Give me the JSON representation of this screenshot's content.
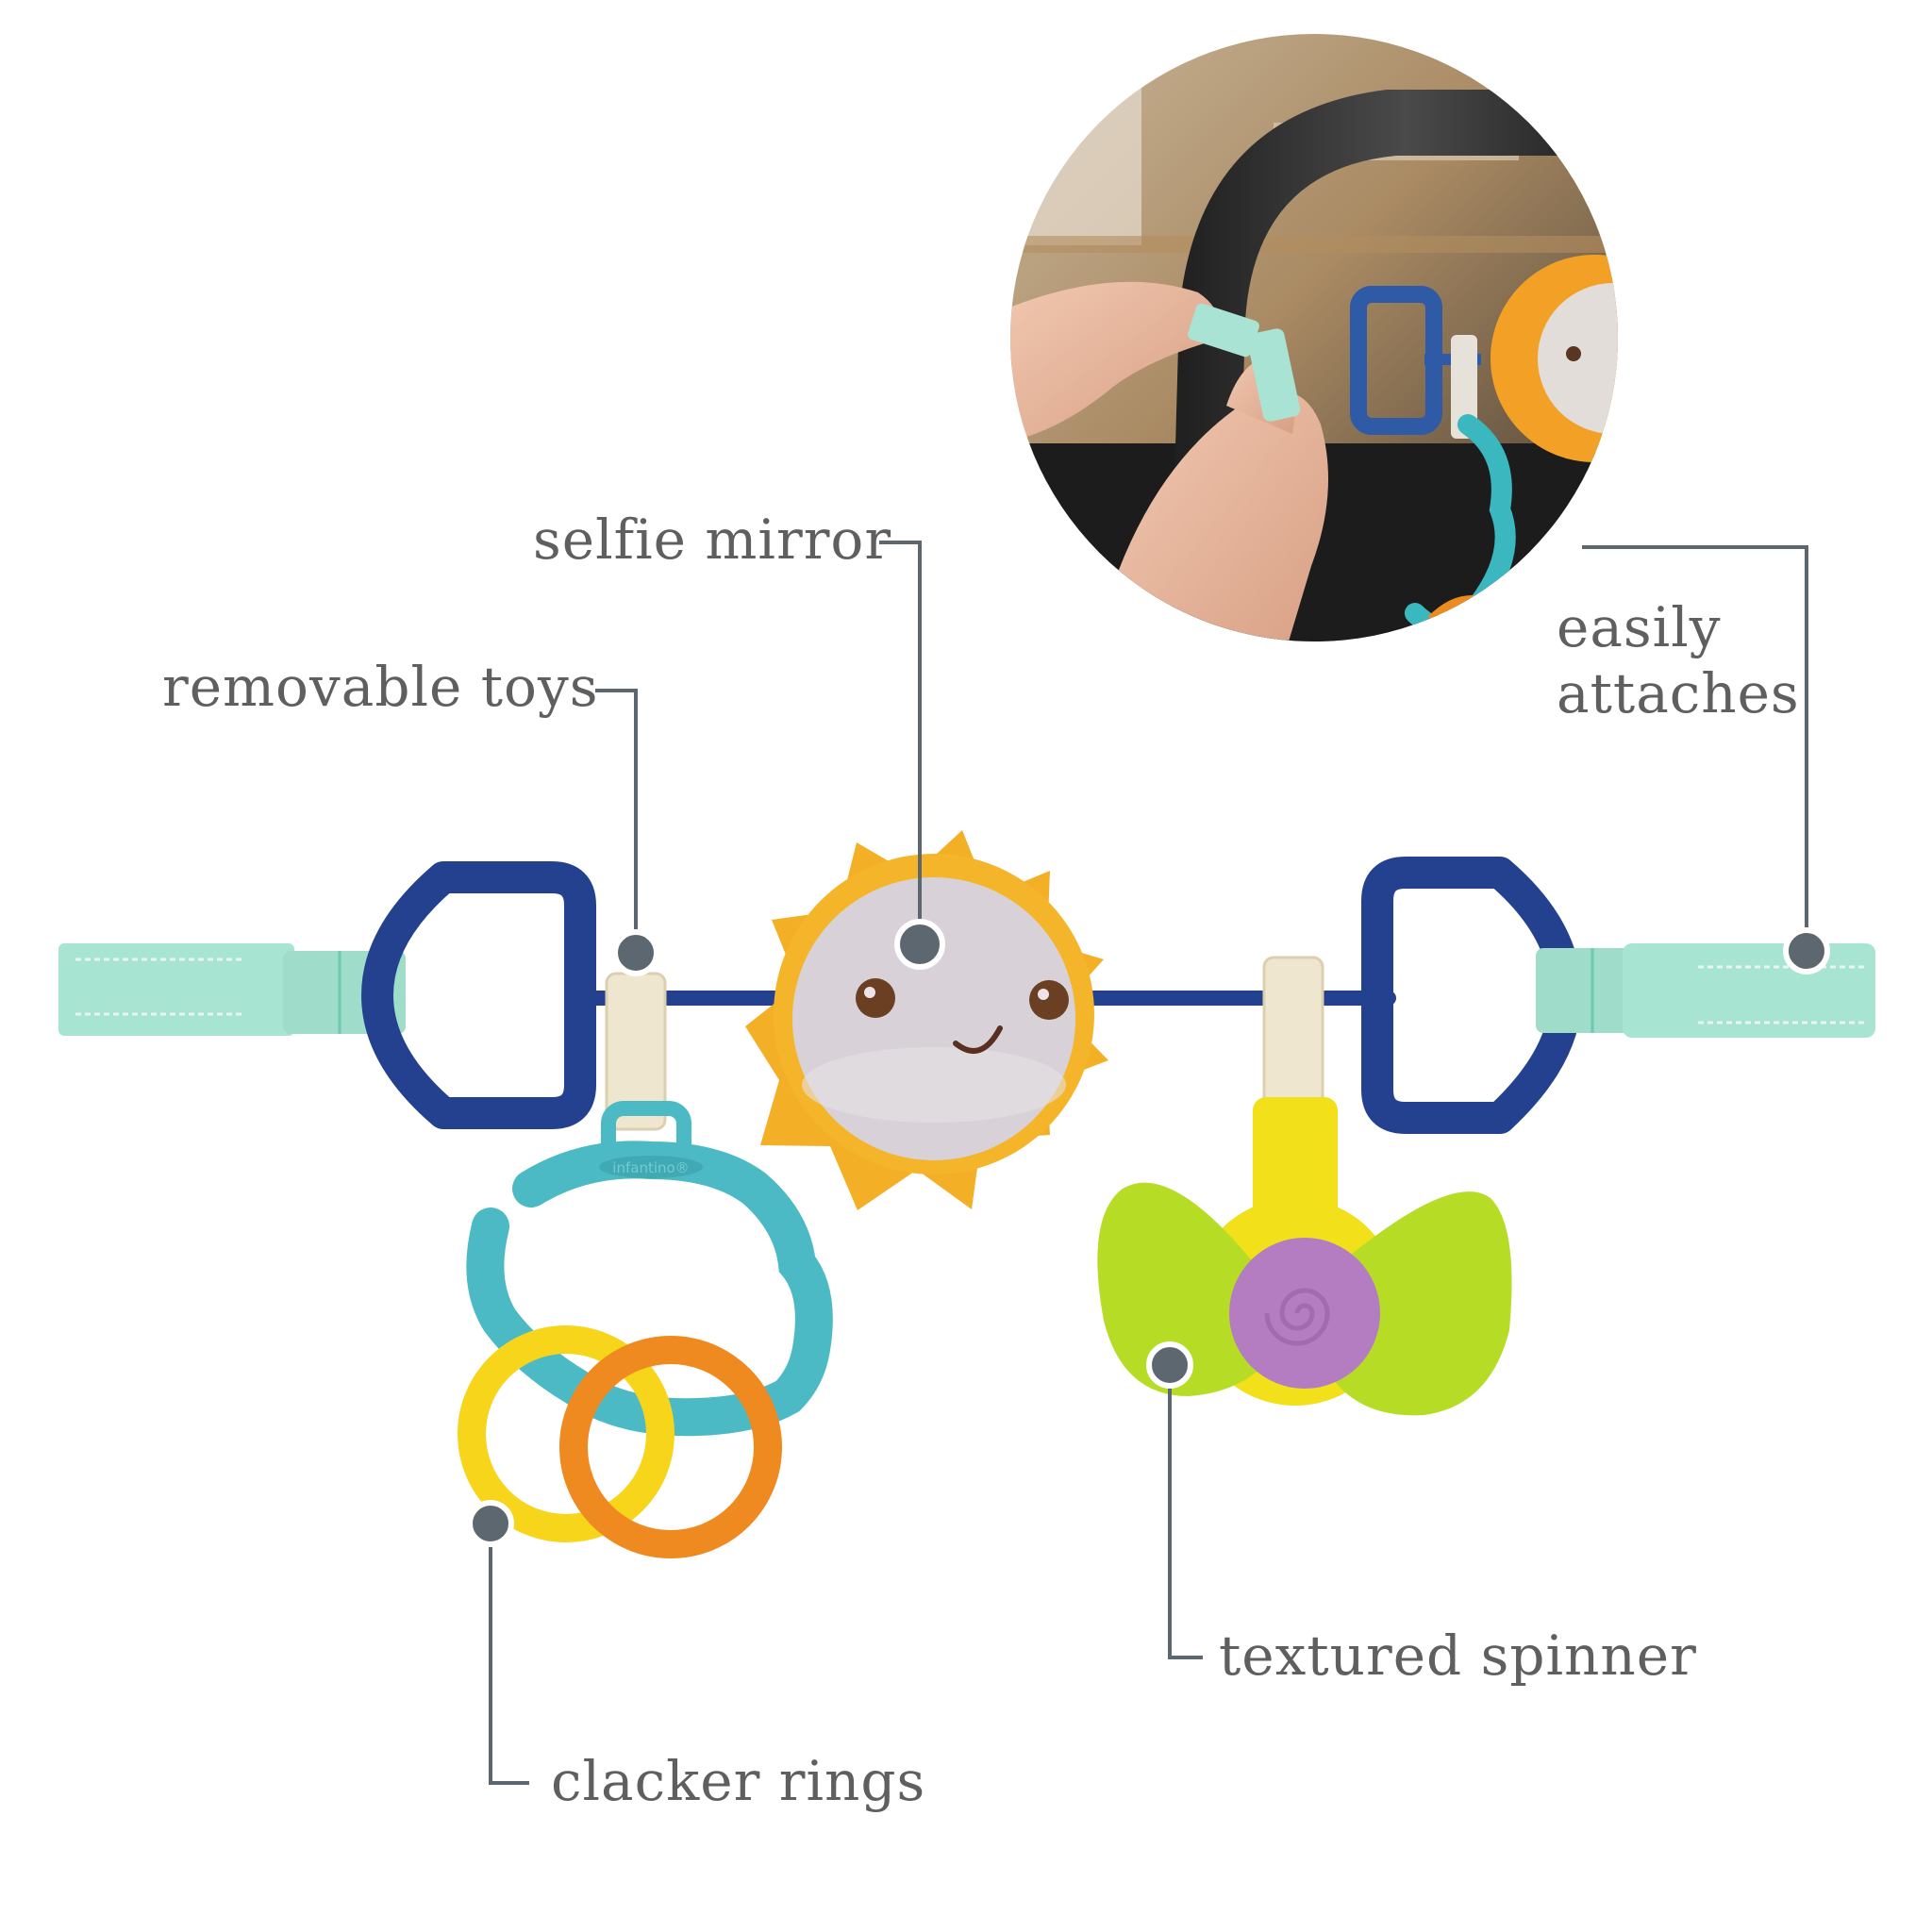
{
  "colors": {
    "background": "#ffffff",
    "label_text": "#5f5f5f",
    "leader": "#5d6770",
    "navy_loop": "#23418f",
    "mint_strap": "#a8e4d2",
    "sun_orange": "#f3b026",
    "mirror": "#d8d2d8",
    "teal_link": "#4bbac4",
    "ring_yellow": "#f7d51a",
    "ring_orange": "#ef8a20",
    "spinner_green": "#b7dc26",
    "spinner_yellow": "#f1e01a",
    "spinner_purple": "#b47dc2",
    "fabric_tab": "#efe6d0"
  },
  "callouts": [
    {
      "id": "selfie-mirror",
      "text": "selfie mirror"
    },
    {
      "id": "removable-toys",
      "text": "removable toys"
    },
    {
      "id": "easily-attaches",
      "lines": [
        "easily",
        "attaches"
      ]
    },
    {
      "id": "textured-spinner",
      "text": "textured spinner"
    },
    {
      "id": "clacker-rings",
      "text": "clacker rings"
    }
  ],
  "product": {
    "brand_emboss": "infantino®",
    "parts": [
      "mint strap left",
      "navy D-loop left",
      "fabric tab left",
      "sun selfie mirror",
      "fabric tab right",
      "navy D-loop right",
      "mint strap right",
      "teal link",
      "yellow ring",
      "orange ring",
      "green spinner with purple swirl"
    ]
  },
  "inset_photo": {
    "description": "hands attaching mint strap to black stroller handle with sun toy and teal link"
  }
}
